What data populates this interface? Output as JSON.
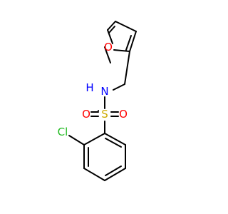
{
  "molecule": {
    "atoms": {
      "oxygen_furan": {
        "label": "O",
        "color": "#ff0000"
      },
      "nitrogen": {
        "label": "N",
        "color": "#0000ff"
      },
      "hydrogen_on_n": {
        "label": "H",
        "color": "#0000ff"
      },
      "sulfur": {
        "label": "S",
        "color": "#ccaa00"
      },
      "oxygen_s_left": {
        "label": "O",
        "color": "#ff0000"
      },
      "oxygen_s_right": {
        "label": "O",
        "color": "#ff0000"
      },
      "chlorine": {
        "label": "Cl",
        "color": "#22bb22"
      }
    },
    "bond_color": "#000000"
  }
}
